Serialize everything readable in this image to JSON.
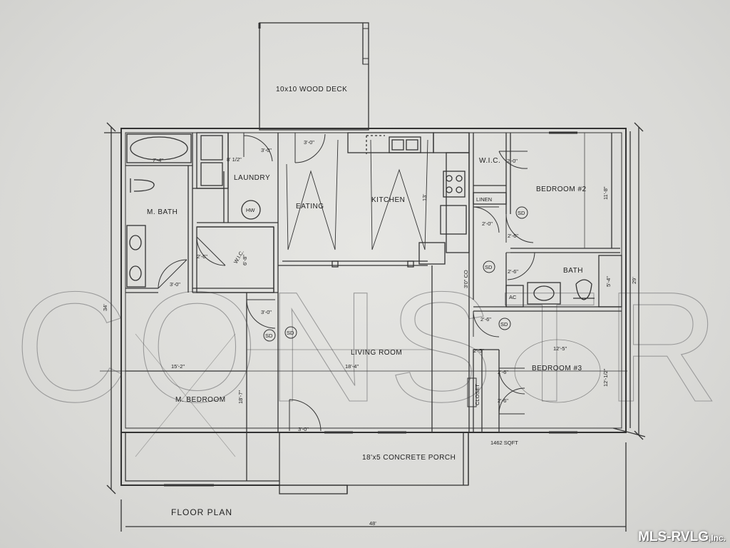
{
  "watermark": "CONSTRUCTIO",
  "labels": {
    "deck": "10x10 WOOD DECK",
    "laundry": "LAUNDRY",
    "hw": "HW",
    "eating": "EATING",
    "kitchen": "KITCHEN",
    "wic_bed2": "W.I.C.",
    "bedroom2": "BEDROOM #2",
    "linen": "LINEN",
    "m_bath": "M. BATH",
    "wic_master": "W.I.C.",
    "bath": "BATH",
    "ac": "AC",
    "living_room": "LIVING ROOM",
    "m_bedroom": "M. BEDROOM",
    "bedroom3": "BEDROOM #3",
    "closet": "CLOSET",
    "co": "3'0\" CO",
    "porch": "18'x5 CONCRETE PORCH",
    "sqft": "1462 SQFT",
    "floor_plan": "FLOOR PLAN",
    "sd": "SD"
  },
  "dimensions": {
    "tub": "7'-4\"",
    "laundry_w": "8' 1/2\"",
    "door_laundry": "3'-0\"",
    "door_eating": "3'-0\"",
    "wic2_door": "2'-0\"",
    "bed2_h": "11'-8\"",
    "kitchen_13": "13'",
    "linen_door": "2'-0\"",
    "hall_door1": "2'-6\"",
    "hall_door2": "2'-6\"",
    "wic_m_door": "2'-6\"",
    "wic_m_h": "6'-8\"",
    "mbath_door": "3'-0\"",
    "bath_tub": "5'-4\"",
    "overall_h": "29'",
    "left_h": "34'",
    "mbed_door": "3'-0\"",
    "hall_door3": "2'-6\"",
    "closet_w": "2'-5\"",
    "mbed_w": "15'-2\"",
    "living_w": "18'-4\"",
    "bed3_w": "12'-5\"",
    "bed3_h": "12'-1/2\"",
    "mbed_h": "18'-7\"",
    "closet_door1": "2'-6\"",
    "closet_door2": "2'-6\"",
    "front_door": "3'-0\"",
    "overall_w": "48'"
  },
  "brand": {
    "name": "MLS-RVLG",
    "suffix": ",Inc."
  }
}
